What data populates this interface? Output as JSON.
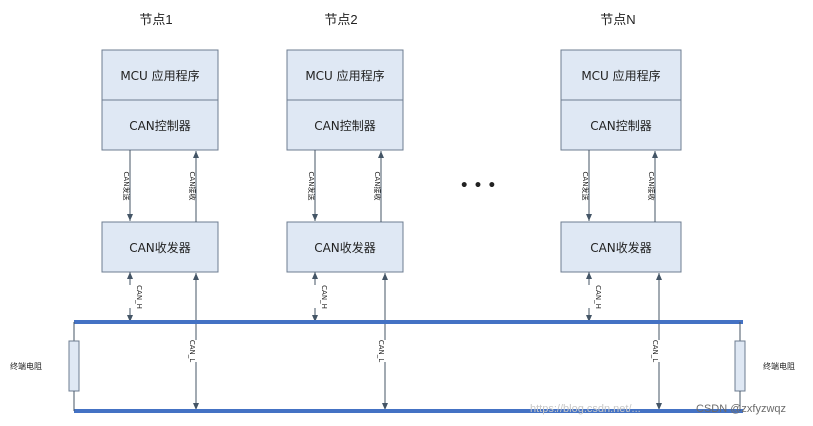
{
  "nodes": [
    {
      "title": "节点1",
      "app": "MCU 应用程序",
      "controller": "CAN控制器",
      "transceiver": "CAN收发器",
      "tx": "CAN发送",
      "rx": "CAN接收",
      "can_h": "CAN_H",
      "can_l": "CAN_L"
    },
    {
      "title": "节点2",
      "app": "MCU 应用程序",
      "controller": "CAN控制器",
      "transceiver": "CAN收发器",
      "tx": "CAN发送",
      "rx": "CAN接收",
      "can_h": "CAN_H",
      "can_l": "CAN_L"
    },
    {
      "title": "节点N",
      "app": "MCU 应用程序",
      "controller": "CAN控制器",
      "transceiver": "CAN收发器",
      "tx": "CAN发送",
      "rx": "CAN接收",
      "can_h": "CAN_H",
      "can_l": "CAN_L"
    }
  ],
  "ellipsis": "• • •",
  "terminators": {
    "left": "终端电阻",
    "right": "终端电阻"
  },
  "watermark": {
    "faint": "https://blog.csdn.net/...",
    "strong": "CSDN @zxfyzwqz"
  },
  "colors": {
    "box_fill": "#dfe8f4",
    "box_stroke": "#6d7c90",
    "bus": "#4472c4",
    "line": "#445566"
  }
}
